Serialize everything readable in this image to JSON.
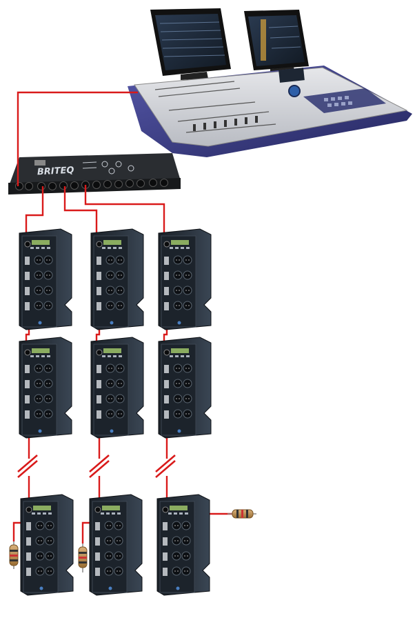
{
  "splitter": {
    "brand": "BRITEQ"
  },
  "colors": {
    "cable": "#d91a1a",
    "console_body": "#c9cbd0",
    "console_frame": "#3a3c8a",
    "pack_body": "#222a33",
    "screen": "#1f2b3a",
    "resistor": "#b8894a"
  },
  "icons": [
    "lighting-console",
    "dmx-splitter",
    "dimmer-pack",
    "cable-break-marker",
    "terminator-resistor"
  ]
}
